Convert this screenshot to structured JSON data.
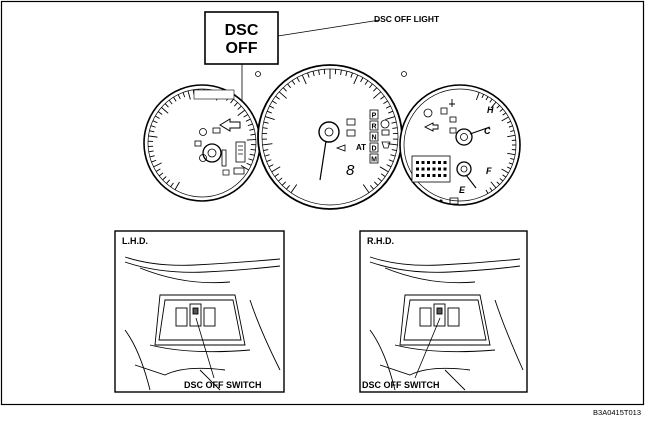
{
  "figure": {
    "dsc_box_line1": "DSC",
    "dsc_box_line2": "OFF",
    "dsc_off_light_label": "DSC OFF LIGHT",
    "gear_display_label": "AT",
    "gear_letters": [
      "P",
      "R",
      "N",
      "D",
      "M"
    ],
    "temp_gauge": {
      "high": "H",
      "cold": "C"
    },
    "fuel_gauge": {
      "full": "F",
      "empty": "E"
    },
    "lhd_title": "L.H.D.",
    "rhd_title": "R.H.D.",
    "lhd_switch_label": "DSC OFF SWITCH",
    "rhd_switch_label": "DSC OFF SWITCH",
    "figure_code": "B3A0415T013"
  }
}
